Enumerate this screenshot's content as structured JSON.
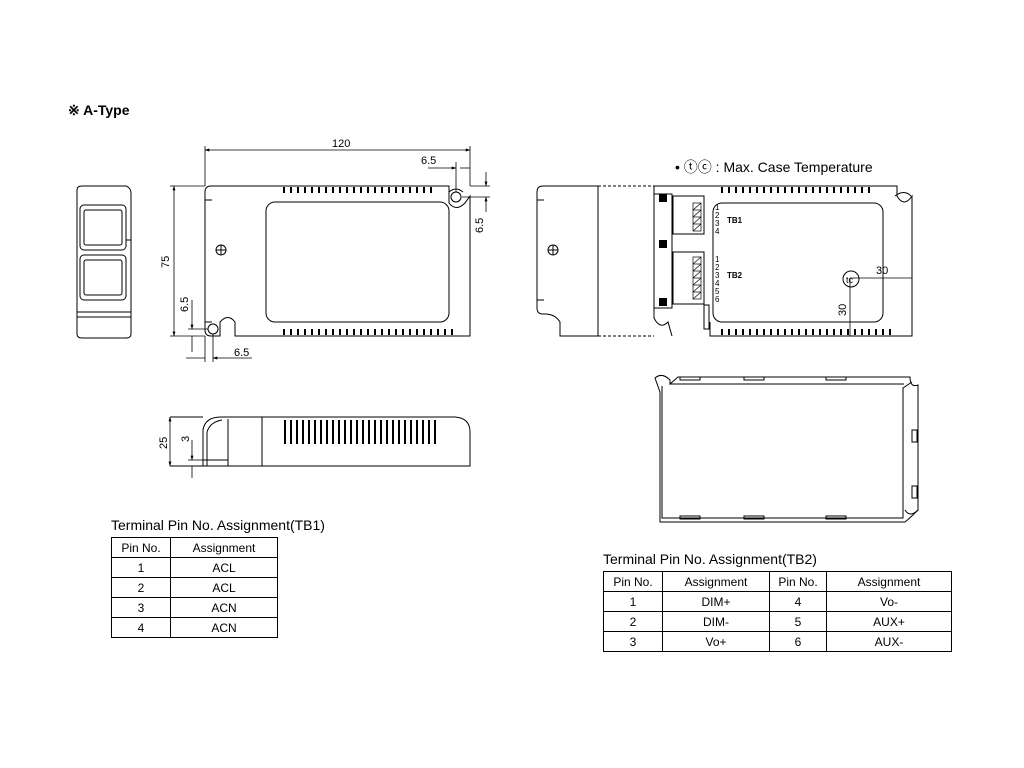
{
  "type_title": "※ A-Type",
  "case_temp_note": "• ⓣⓒ : Max. Case Temperature",
  "tc_marker": "tc",
  "dimensions": {
    "length": "120",
    "hole_x": "6.5",
    "hole_y": "6.5",
    "width": "75",
    "hole_left_y": "6.5",
    "hole_left_x": "6.5",
    "height": "25",
    "foot": "3",
    "tc_x": "30",
    "tc_y": "30"
  },
  "terminal_labels": {
    "tb1": "TB1",
    "tb2": "TB2",
    "tb1_pins": [
      "1",
      "2",
      "3",
      "4"
    ],
    "tb2_pins": [
      "1",
      "2",
      "3",
      "4",
      "5",
      "6"
    ]
  },
  "tb1_table": {
    "title": "Terminal Pin No. Assignment(TB1)",
    "headers": [
      "Pin No.",
      "Assignment"
    ],
    "rows": [
      [
        "1",
        "ACL"
      ],
      [
        "2",
        "ACL"
      ],
      [
        "3",
        "ACN"
      ],
      [
        "4",
        "ACN"
      ]
    ]
  },
  "tb2_table": {
    "title": "Terminal Pin No. Assignment(TB2)",
    "headers": [
      "Pin No.",
      "Assignment",
      "Pin No.",
      "Assignment"
    ],
    "rows": [
      [
        "1",
        "DIM+",
        "4",
        "Vo-"
      ],
      [
        "2",
        "DIM-",
        "5",
        "AUX+"
      ],
      [
        "3",
        "Vo+",
        "6",
        "AUX-"
      ]
    ]
  }
}
